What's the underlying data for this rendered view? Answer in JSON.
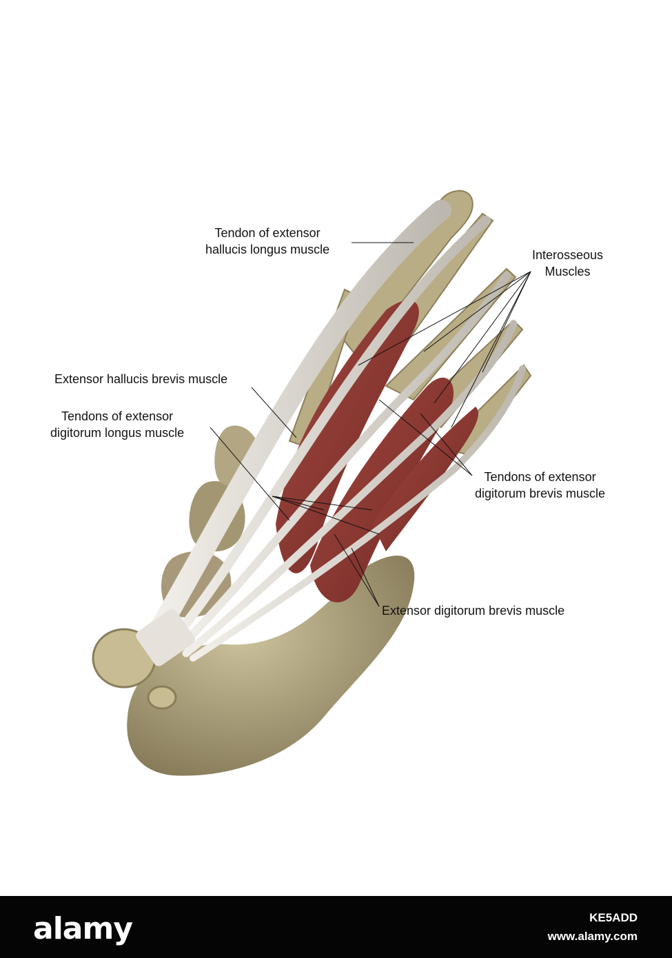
{
  "labels": {
    "ehl_tendon": [
      "Tendon of extensor",
      "hallucis longus muscle"
    ],
    "interosseous": [
      "Interosseous",
      "Muscles"
    ],
    "ehb_muscle": "Extensor hallucis brevis muscle",
    "edl_tendons": [
      "Tendons of extensor",
      "digitorum longus muscle"
    ],
    "edb_tendons": [
      "Tendons of extensor",
      "digitorum brevis muscle"
    ],
    "edb_muscle": "Extensor digitorum brevis muscle"
  },
  "footer": {
    "logo": "alamy",
    "image_id": "KE5ADD",
    "site": "www.alamy.com"
  },
  "colors": {
    "bone": "#b4a882",
    "bone_dark": "#8c7f5c",
    "tendon": "#dedad3",
    "muscle": "#8f3a35",
    "footer_bg": "#050505"
  }
}
